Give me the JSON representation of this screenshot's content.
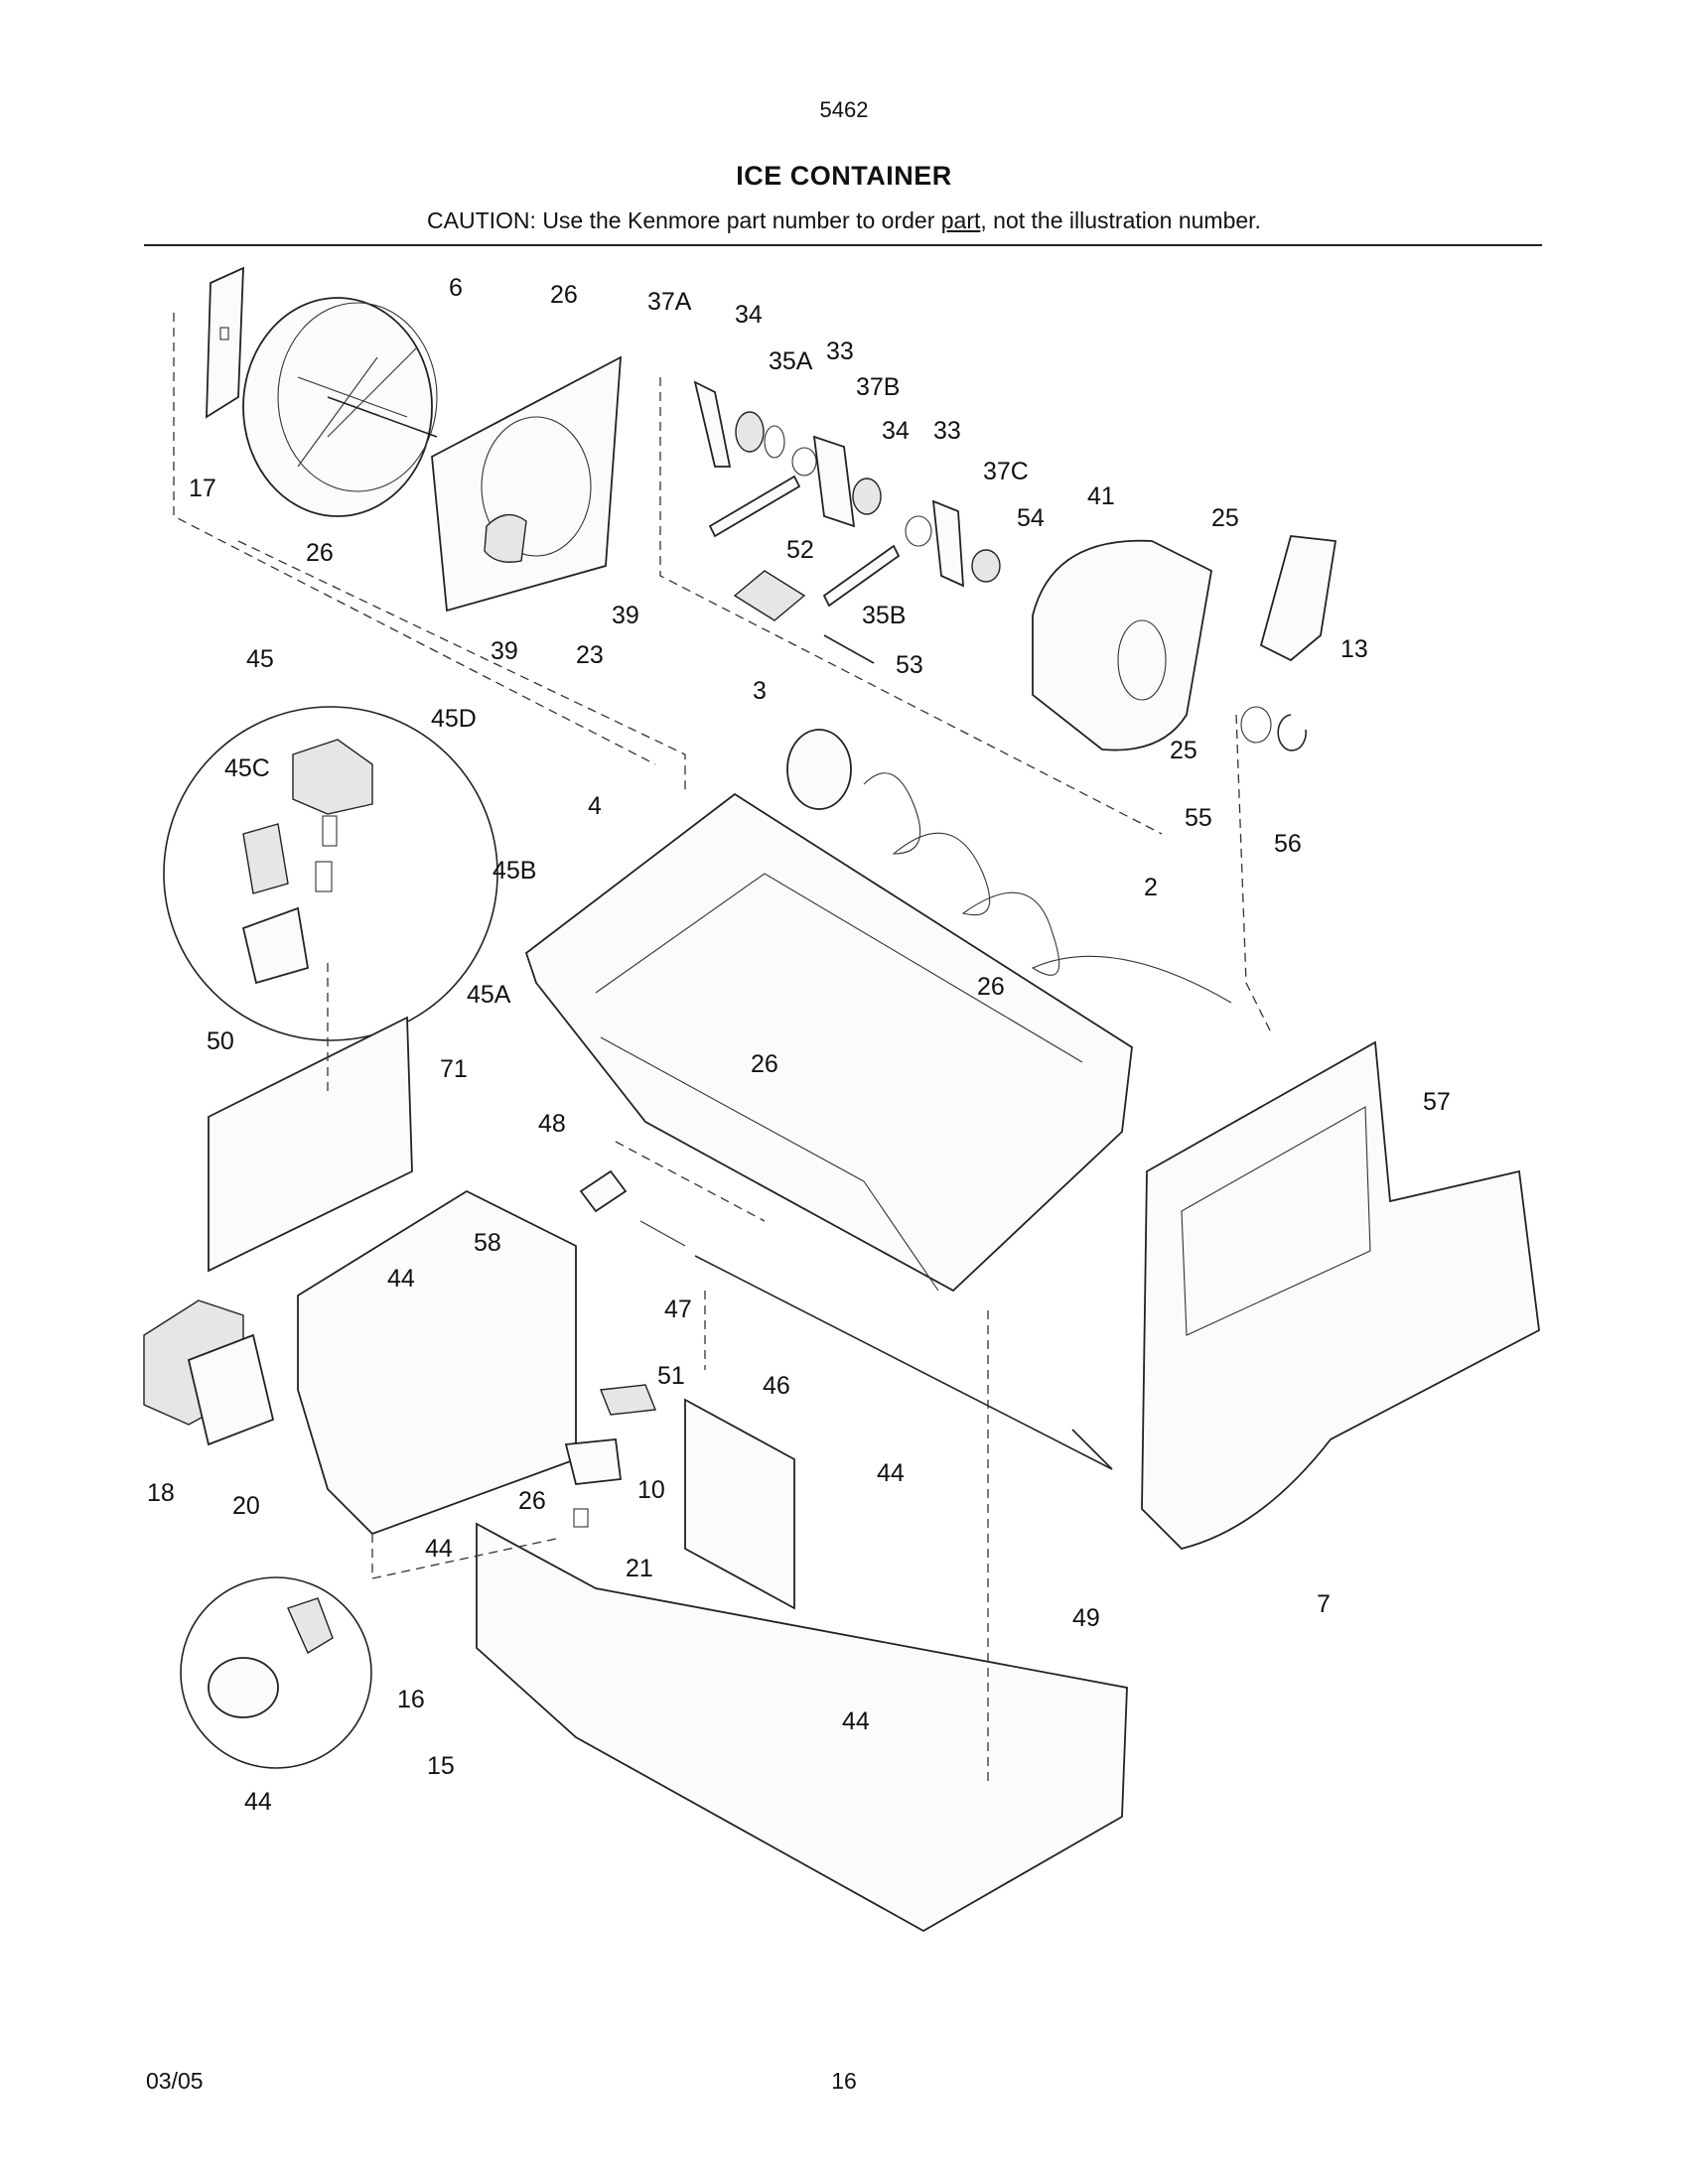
{
  "header": {
    "page_code": "5462",
    "title": "ICE CONTAINER",
    "caution_before": "CAUTION: Use the Kenmore part number to order ",
    "caution_underlined": "part",
    "caution_after": ", not the illustration number."
  },
  "callouts": [
    "6",
    "26",
    "37A",
    "34",
    "35A",
    "33",
    "37B",
    "34",
    "33",
    "37C",
    "41",
    "54",
    "25",
    "17",
    "26",
    "52",
    "13",
    "35B",
    "39",
    "39",
    "23",
    "53",
    "45",
    "45D",
    "3",
    "25",
    "45C",
    "55",
    "56",
    "4",
    "45B",
    "2",
    "45A",
    "50",
    "71",
    "26",
    "57",
    "26",
    "48",
    "58",
    "44",
    "47",
    "46",
    "51",
    "44",
    "18",
    "20",
    "10",
    "26",
    "44",
    "21",
    "49",
    "16",
    "44",
    "15",
    "44",
    "7"
  ],
  "footer": {
    "date": "03/05",
    "page_number": "16"
  }
}
